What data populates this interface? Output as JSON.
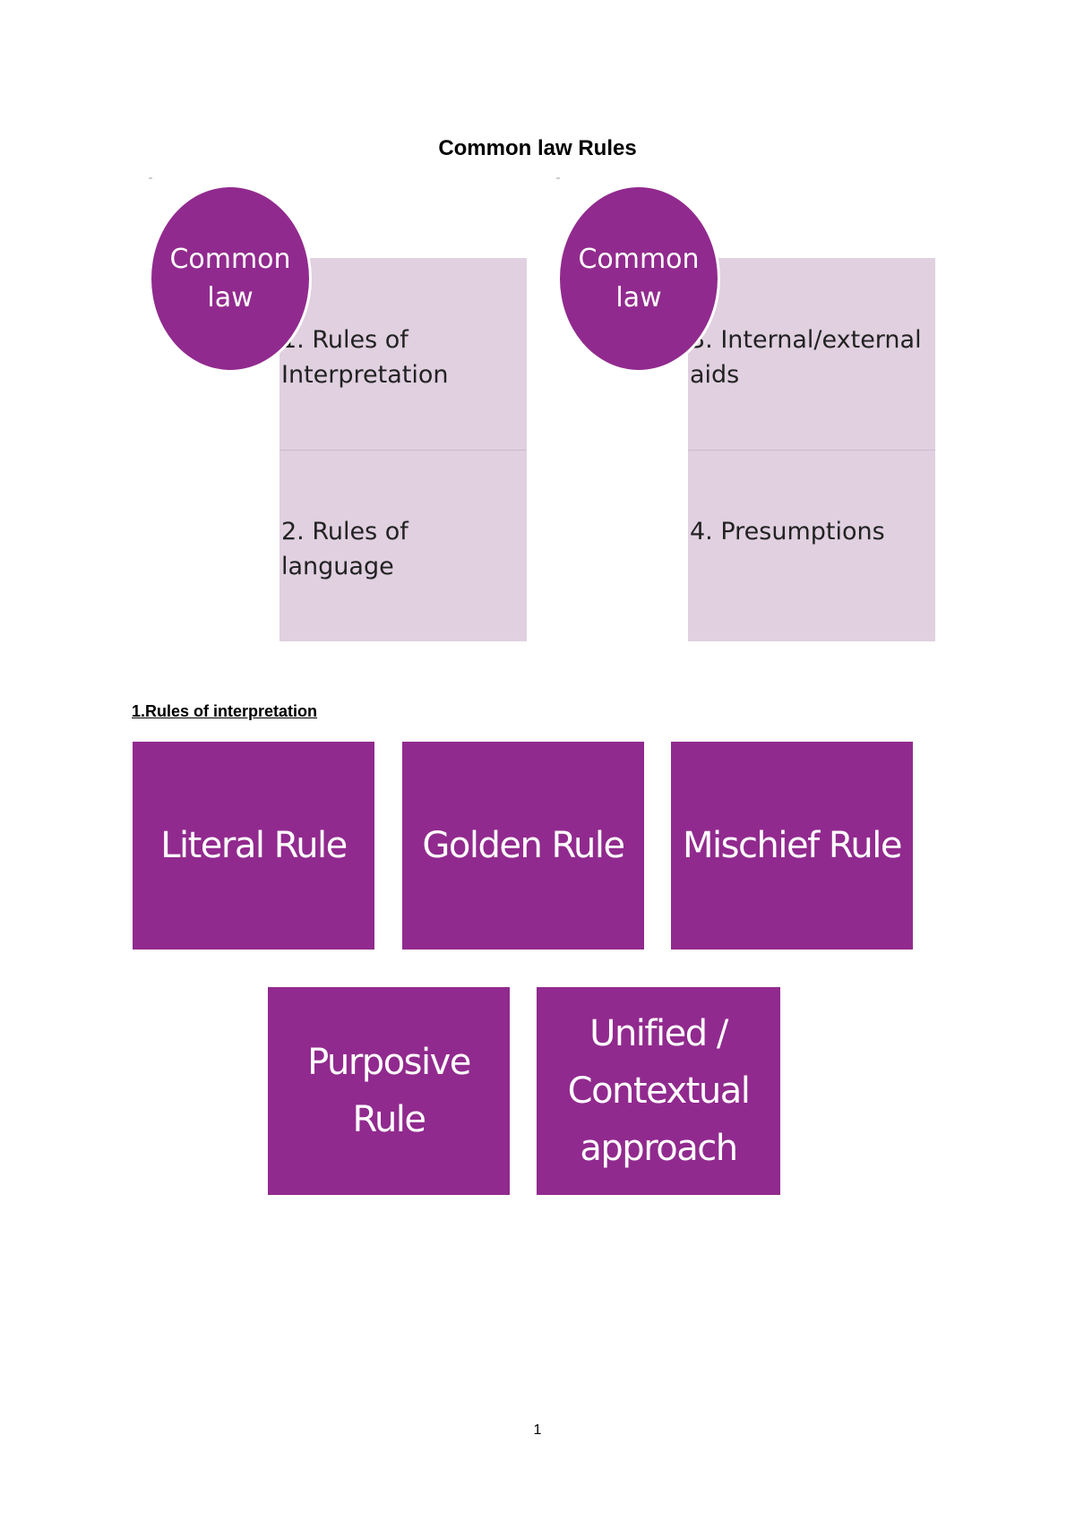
{
  "document": {
    "title": "Common law Rules",
    "section_heading": "1.Rules of interpretation",
    "page_number": "1"
  },
  "diagram_left": {
    "circle_label": "Common law",
    "items": [
      "1. Rules of Interpretation",
      "2. Rules of language"
    ]
  },
  "diagram_right": {
    "circle_label": "Common law",
    "items": [
      "3. Internal/external aids",
      "4. Presumptions"
    ]
  },
  "rules": [
    "Literal Rule",
    "Golden Rule",
    "Mischief Rule",
    "Purposive Rule",
    "Unified / Contextual approach"
  ],
  "colors": {
    "accent_purple": "#912a8e",
    "panel_lilac": "#e0d0e0"
  }
}
